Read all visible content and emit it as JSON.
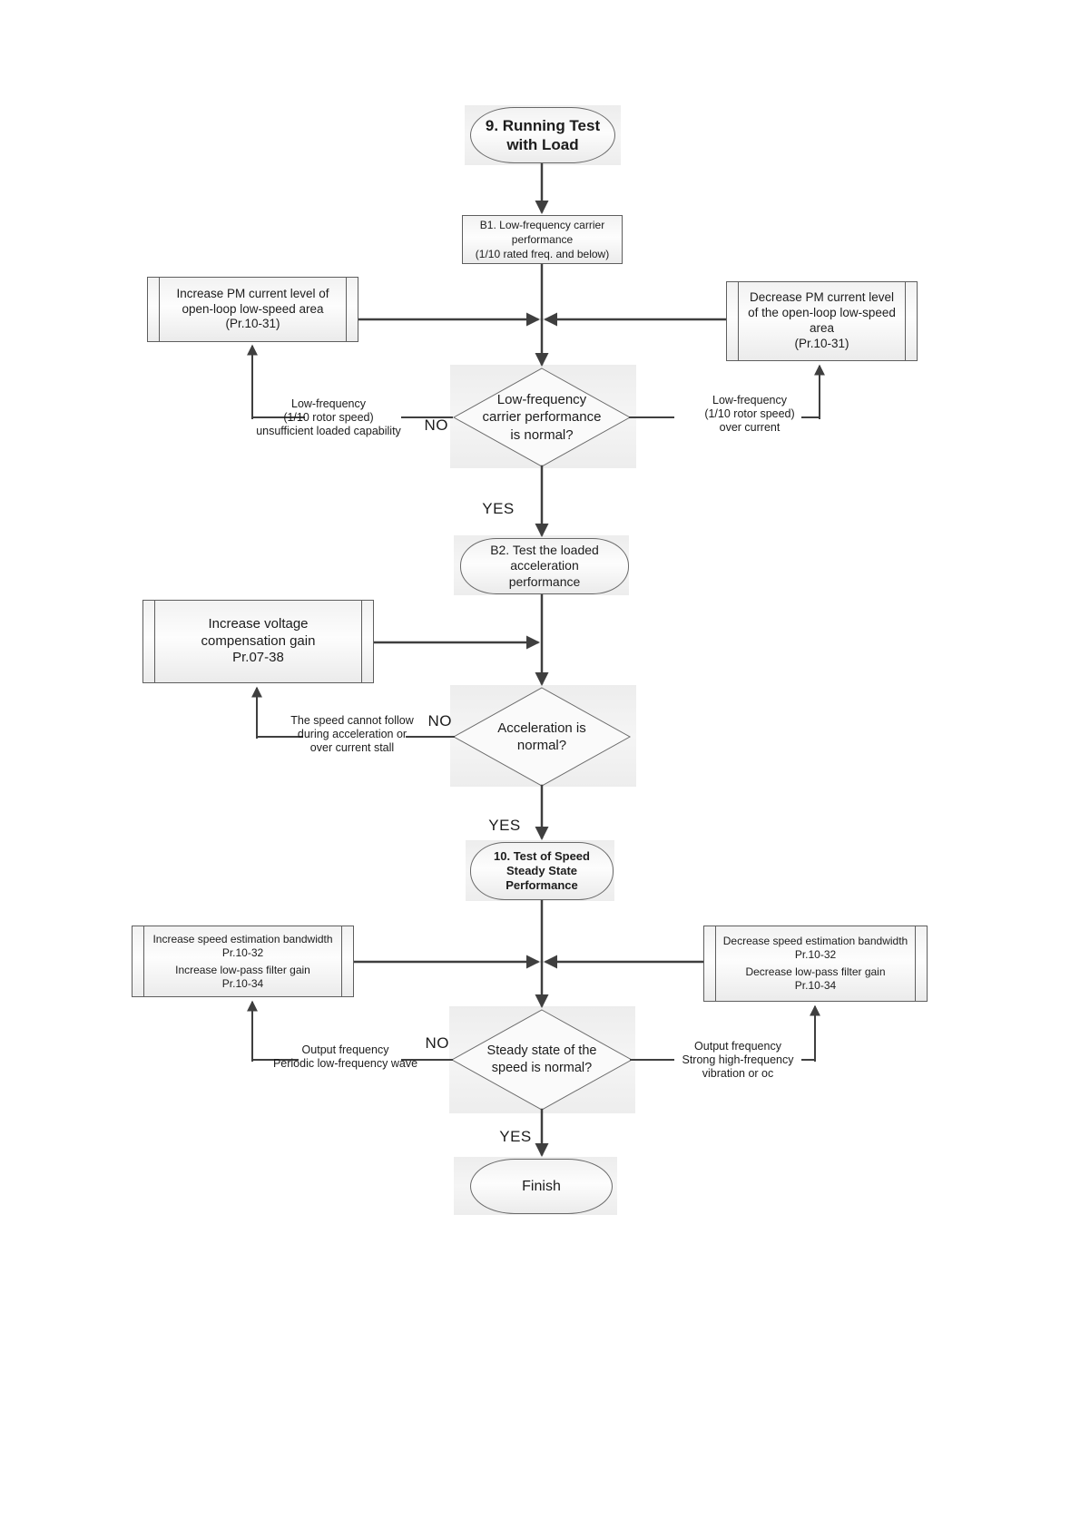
{
  "colors": {
    "line": "#3f3f3f",
    "shape_border": "#5e5e5e",
    "shape_fill_top": "#f2f2f2",
    "backdrop": "#f1f1f1",
    "text": "#1c1c1c",
    "page_background": "#ffffff"
  },
  "nodes": {
    "start": "9. Running Test\nwith Load",
    "b1": "B1. Low-frequency carrier\nperformance\n(1/10 rated freq. and below)",
    "increase_pm": "Increase PM current level of\nopen-loop low-speed area\n(Pr.10-31)",
    "decrease_pm": "Decrease PM current level\nof the open-loop low-speed\narea\n(Pr.10-31)",
    "decision_carrier": "Low-frequency\ncarrier performance\nis normal?",
    "b2": "B2. Test the loaded\nacceleration\nperformance",
    "increase_voltage": "Increase voltage\ncompensation gain\nPr.07-38",
    "decision_accel": "Acceleration is\nnormal?",
    "test_steady": "10. Test of Speed\nSteady State\nPerformance",
    "increase_bandwidth_a": "Increase speed estimation bandwidth\nPr.10-32",
    "increase_bandwidth_b": "Increase low-pass filter gain\nPr.10-34",
    "decrease_bandwidth_a": "Decrease speed estimation bandwidth\nPr.10-32",
    "decrease_bandwidth_b": "Decrease low-pass filter gain\nPr.10-34",
    "decision_steady": "Steady state of the\nspeed is normal?",
    "finish": "Finish"
  },
  "edge_labels": {
    "yes": "YES",
    "no": "NO",
    "carrier_no_reason": "Low-frequency\n(1/10 rotor speed)\nunsufficient loaded capability",
    "carrier_oc_reason": "Low-frequency\n(1/10 rotor speed)\nover current",
    "accel_no_reason": "The speed cannot follow\nduring acceleration or\nover current stall",
    "steady_no_reason": "Output frequency\nPeriodic low-frequency wave",
    "steady_oc_reason": "Output frequency\nStrong high-frequency\nvibration or oc"
  }
}
